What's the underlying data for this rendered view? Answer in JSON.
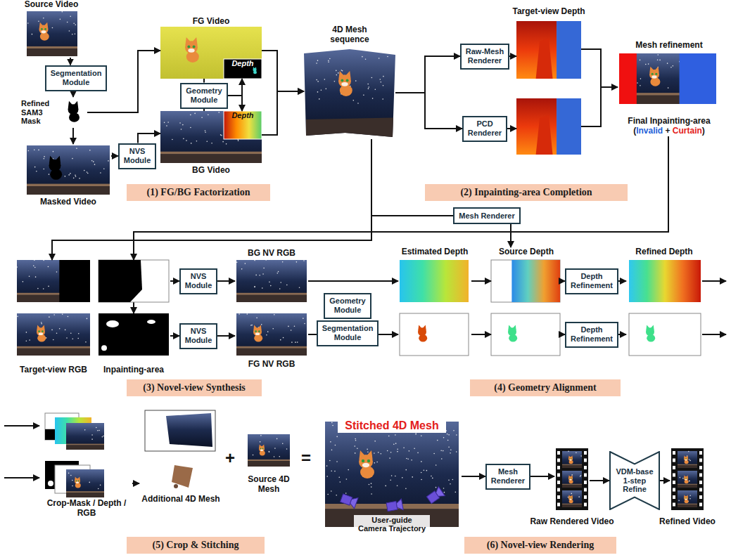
{
  "diagram": {
    "nodes": [
      {
        "text": [
          "Source Video"
        ]
      },
      {
        "text": [
          "Segmentation Module"
        ]
      },
      {
        "text": [
          "Refined SAM3 Mask"
        ]
      },
      {
        "text": [
          "Masked Video"
        ]
      },
      {
        "text": [
          "NVS Module"
        ]
      },
      {
        "text": [
          "FG Video"
        ]
      },
      {
        "text": [
          "Depth"
        ],
        "in": 5
      },
      {
        "text": [
          "Geometry Module"
        ]
      },
      {
        "text": [
          "BG Video"
        ]
      },
      {
        "text": [
          "Depth"
        ],
        "in": 8
      },
      {
        "text": [
          "(1) FG/BG Factorization"
        ]
      },
      {
        "text": [
          "4D Mesh sequence"
        ]
      },
      {
        "text": [
          "Raw-Mesh Renderer"
        ]
      },
      {
        "text": [
          "PCD Renderer"
        ]
      },
      {
        "text": [
          "Target-view Depth"
        ]
      },
      {
        "text": [
          "Mesh refinement",
          "Final Inpainting-area",
          "(Invalid + Curtain)"
        ]
      },
      {
        "text": [
          "(2) Inpainting-area Completion"
        ]
      },
      {
        "text": [
          "Mesh Renderer"
        ]
      },
      {
        "text": [
          "Target-view RGB"
        ]
      },
      {
        "text": [
          "Inpainting-area"
        ]
      },
      {
        "text": [
          "NVS Module"
        ]
      },
      {
        "text": [
          "NVS Module"
        ]
      },
      {
        "text": [
          "BG NV RGB"
        ]
      },
      {
        "text": [
          "FG NV RGB"
        ]
      },
      {
        "text": [
          "Geometry Module"
        ]
      },
      {
        "text": [
          "Segmentation Module"
        ]
      },
      {
        "text": [
          "(3) Novel-view Synthesis"
        ]
      },
      {
        "text": [
          "Estimated Depth"
        ]
      },
      {
        "text": [
          "Source Depth"
        ]
      },
      {
        "text": [
          "Depth Refinement"
        ]
      },
      {
        "text": [
          "Depth Refinement"
        ]
      },
      {
        "text": [
          "Refined Depth"
        ]
      },
      {
        "text": [
          "(4) Geometry Alignment"
        ]
      },
      {
        "text": [
          "Crop-Mask / Depth / RGB"
        ]
      },
      {
        "text": [
          "Additional 4D Mesh"
        ]
      },
      {
        "text": [
          "Source 4D Mesh"
        ]
      },
      {
        "text": [
          "Stitched 4D Mesh",
          "User-guide Camera Trajectory"
        ]
      },
      {
        "text": [
          "(5) Crop & Stitching"
        ]
      },
      {
        "text": [
          "Mesh Renderer"
        ]
      },
      {
        "text": [
          "Raw Rendered Video"
        ]
      },
      {
        "text": [
          "VDM-base 1-step Refine"
        ]
      },
      {
        "text": [
          "Refined Video"
        ]
      },
      {
        "text": [
          "(6) Novel-view Rendering"
        ]
      }
    ],
    "edges": [
      {
        "from": 0,
        "to": 1,
        "arrow": "to"
      },
      {
        "from": 1,
        "to": 2,
        "arrow": "to"
      },
      {
        "from": 2,
        "to": 3,
        "arrow": "to"
      },
      {
        "from": 2,
        "to": 5,
        "arrow": "to"
      },
      {
        "from": 3,
        "to": 4,
        "arrow": "to"
      },
      {
        "from": 4,
        "to": 8,
        "arrow": "to"
      },
      {
        "from": 5,
        "to": 7,
        "arrow": "none"
      },
      {
        "from": 7,
        "to": 8,
        "arrow": "none"
      },
      {
        "from": 7,
        "to": 6,
        "arrow": "to"
      },
      {
        "from": 7,
        "to": 9,
        "arrow": "to"
      },
      {
        "from": 5,
        "to": 11,
        "arrow": "to"
      },
      {
        "from": 8,
        "to": 11,
        "arrow": "to"
      },
      {
        "from": 11,
        "to": 12,
        "arrow": "to"
      },
      {
        "from": 11,
        "to": 13,
        "arrow": "to"
      },
      {
        "from": 12,
        "to": 14,
        "arrow": "to"
      },
      {
        "from": 13,
        "to": 14,
        "arrow": "to"
      },
      {
        "from": 14,
        "to": 15,
        "arrow": "to"
      },
      {
        "from": 11,
        "to": 17,
        "arrow": "none"
      },
      {
        "from": 17,
        "to": 28,
        "arrow": "to"
      },
      {
        "from": 11,
        "to": 18,
        "arrow": "to"
      },
      {
        "from": 15,
        "to": 19,
        "arrow": "to"
      },
      {
        "from": 19,
        "to": 20,
        "arrow": "to"
      },
      {
        "from": 19,
        "to": 21,
        "arrow": "to"
      },
      {
        "from": 20,
        "to": 22,
        "arrow": "to"
      },
      {
        "from": 21,
        "to": 23,
        "arrow": "to"
      },
      {
        "from": 22,
        "to": 27,
        "arrow": "to"
      },
      {
        "from": 23,
        "to": 25,
        "arrow": "none"
      },
      {
        "from": 25,
        "to": 27,
        "arrow": "to"
      },
      {
        "from": 27,
        "to": 28,
        "arrow": "to"
      },
      {
        "from": 27,
        "to": 28,
        "arrow": "to"
      },
      {
        "from": 28,
        "to": 29,
        "arrow": "to"
      },
      {
        "from": 28,
        "to": 30,
        "arrow": "to"
      },
      {
        "from": 29,
        "to": 31,
        "arrow": "to"
      },
      {
        "from": 30,
        "to": 31,
        "arrow": "to"
      },
      {
        "from": 33,
        "to": 34,
        "arrow": "to"
      },
      {
        "from": 36,
        "to": 38,
        "arrow": "to"
      },
      {
        "from": 38,
        "to": 39,
        "arrow": "to"
      },
      {
        "from": 39,
        "to": 40,
        "arrow": "to"
      },
      {
        "from": 40,
        "to": 41,
        "arrow": "to"
      }
    ],
    "labels": [
      "+",
      "="
    ]
  }
}
